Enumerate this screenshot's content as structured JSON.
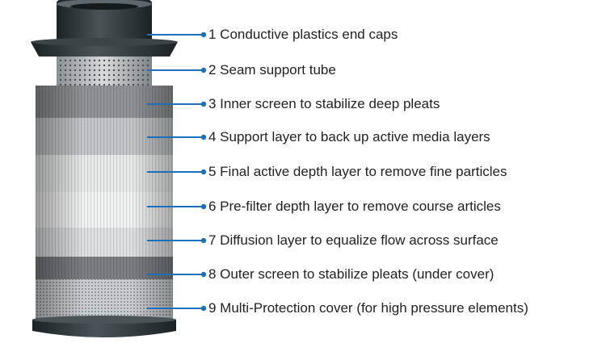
{
  "colors": {
    "leader_line": "#1f6fb8",
    "end_cap": "#2e3538",
    "label_text": "#222222"
  },
  "callouts": [
    {
      "number": "1",
      "label": "1 Conductive plastics end caps"
    },
    {
      "number": "2",
      "label": "2 Seam support tube"
    },
    {
      "number": "3",
      "label": "3 Inner screen to stabilize deep pleats"
    },
    {
      "number": "4",
      "label": "4 Support layer to back up active media layers"
    },
    {
      "number": "5",
      "label": "5 Final active depth layer to remove fine particles"
    },
    {
      "number": "6",
      "label": "6 Pre-filter depth layer to remove course articles"
    },
    {
      "number": "7",
      "label": "7 Diffusion layer to equalize flow across surface"
    },
    {
      "number": "8",
      "label": "8 Outer screen to stabilize pleats (under cover)"
    },
    {
      "number": "9",
      "label": "9 Multi-Protection cover (for high pressure elements)"
    }
  ]
}
